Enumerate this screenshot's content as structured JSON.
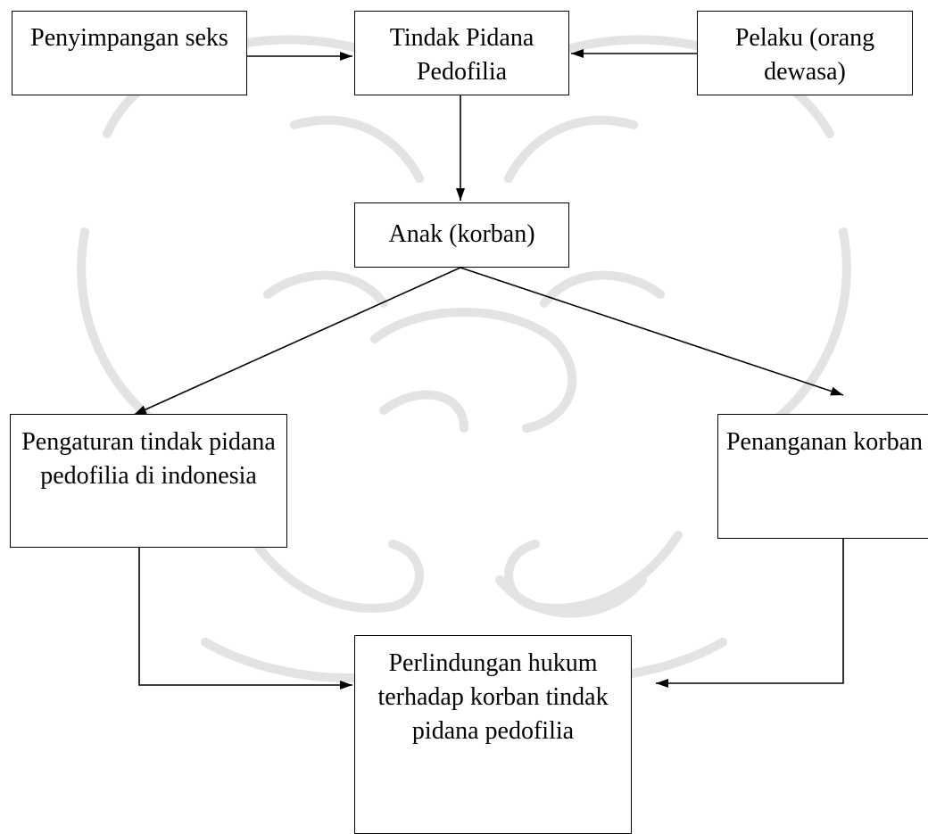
{
  "boxes": {
    "penyimpangan": "Penyimpangan seks",
    "tindak_pidana": "Tindak Pidana Pedofilia",
    "pelaku": "Pelaku (orang dewasa)",
    "anak": "Anak (korban)",
    "pengaturan": "Pengaturan tindak pidana pedofilia di indonesia",
    "penanganan": "Penanganan korban",
    "perlindungan": "Perlindungan  hukum terhadap korban tindak pidana pedofilia"
  },
  "edges": [
    {
      "from": "Penyimpangan seks",
      "to": "Tindak Pidana Pedofilia"
    },
    {
      "from": "Pelaku (orang dewasa)",
      "to": "Tindak Pidana Pedofilia"
    },
    {
      "from": "Tindak Pidana Pedofilia",
      "to": "Anak (korban)"
    },
    {
      "from": "Anak (korban)",
      "to": "Pengaturan tindak pidana pedofilia di indonesia"
    },
    {
      "from": "Anak (korban)",
      "to": "Penanganan korban"
    },
    {
      "from": "Pengaturan tindak pidana pedofilia di indonesia",
      "to": "Perlindungan  hukum terhadap korban tindak pidana pedofilia"
    },
    {
      "from": "Penanganan korban",
      "to": "Perlindungan  hukum terhadap korban tindak pidana pedofilia"
    }
  ],
  "colors": {
    "stroke": "#000000",
    "watermark": "#e3e3e3"
  }
}
